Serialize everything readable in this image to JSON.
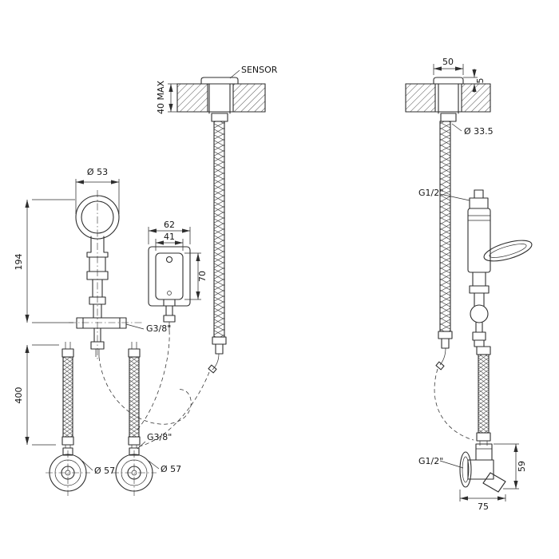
{
  "drawing": {
    "front": {
      "spout_diameter": "Ø 53",
      "spout_height": "194",
      "box_outer_width": "62",
      "box_inner_width": "41",
      "box_height": "70",
      "inlet_thread": "G3/8\"",
      "hose_length": "400",
      "valve_thread": "G3/8\"",
      "valve_left_diameter": "Ø 57",
      "valve_right_diameter": "Ø 57"
    },
    "ceiling": {
      "sensor_label": "SENSOR",
      "ceiling_max": "40 MAX"
    },
    "side": {
      "escutcheon_width": "50",
      "escutcheon_thickness": "5",
      "hole_diameter": "Ø 33.5",
      "top_thread": "G1/2\"",
      "valve_thread": "G1/2\"",
      "valve_depth": "75",
      "valve_height": "59"
    }
  }
}
